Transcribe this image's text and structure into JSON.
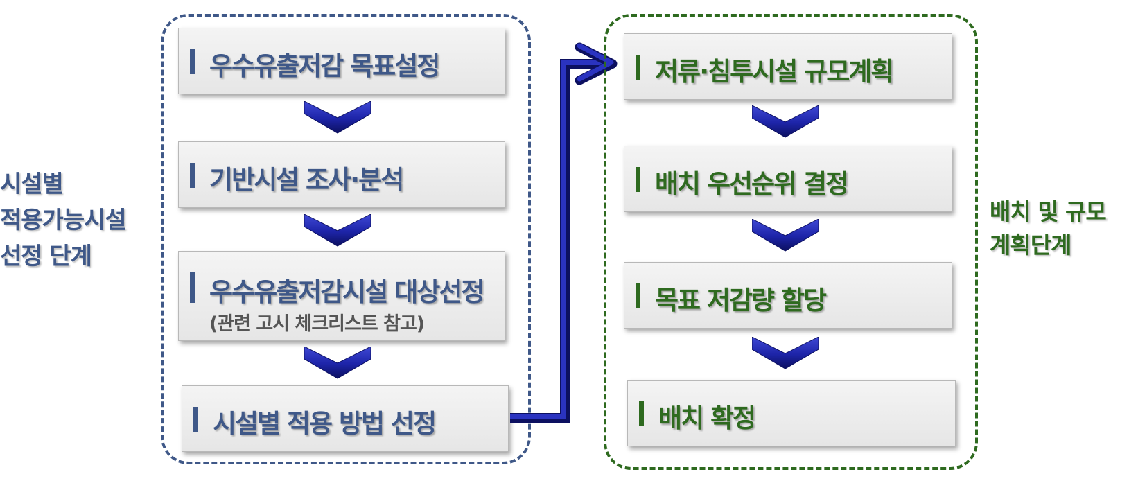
{
  "left_group": {
    "label_lines": [
      "시설별",
      "적용가능시설",
      "선정 단계"
    ],
    "steps": [
      {
        "text": "우수유출저감 목표설정"
      },
      {
        "text": "기반시설 조사·분석"
      },
      {
        "text": "우수유출저감시설 대상선정",
        "sub": "(관련 고시 체크리스트 참고)"
      },
      {
        "text": "시설별 적용 방법 선정"
      }
    ]
  },
  "right_group": {
    "label_lines": [
      "배치 및 규모",
      "계획단계"
    ],
    "steps": [
      {
        "text": "저류·침투시설 규모계획"
      },
      {
        "text": "배치 우선순위 결정"
      },
      {
        "text": "목표 저감량 할당"
      },
      {
        "text": "배치 확정"
      }
    ]
  },
  "colors": {
    "left_accent": "#3f5888",
    "right_accent": "#2e6a1f",
    "chevron": "#1d24a8",
    "connector": "#1d24a8"
  }
}
